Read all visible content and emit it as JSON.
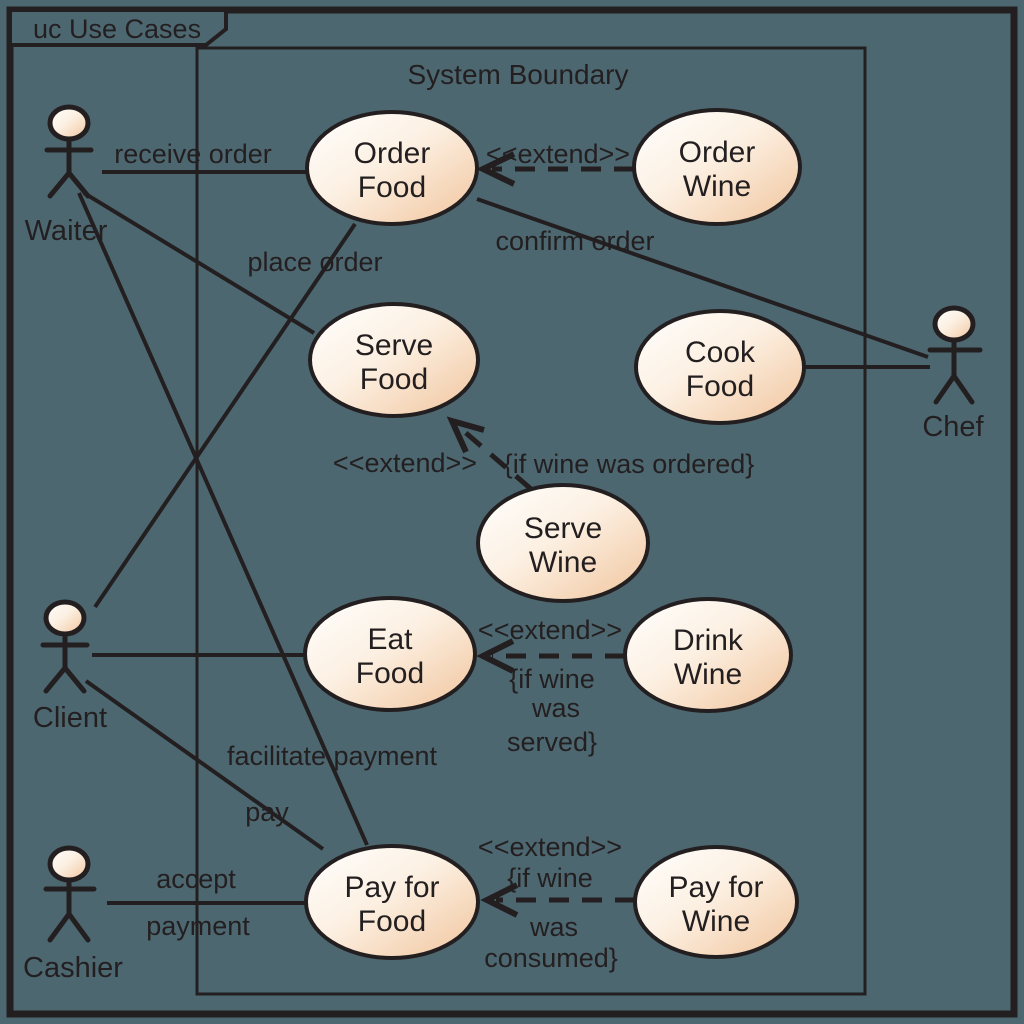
{
  "diagram": {
    "frame_tag": "uc Use Cases",
    "boundary_label": "System Boundary",
    "type": "uml-use-case-diagram"
  },
  "colors": {
    "background": "#4d6770",
    "line": "#231f20",
    "node_fill_start": "#ffffff",
    "node_fill_mid": "#fcf0e2",
    "node_fill_end": "#f1c49c"
  },
  "actors": [
    {
      "name": "Waiter"
    },
    {
      "name": "Client"
    },
    {
      "name": "Cashier"
    },
    {
      "name": "Chef"
    }
  ],
  "use_cases": [
    {
      "id": "order-food",
      "line1": "Order",
      "line2": "Food"
    },
    {
      "id": "order-wine",
      "line1": "Order",
      "line2": "Wine"
    },
    {
      "id": "serve-food",
      "line1": "Serve",
      "line2": "Food"
    },
    {
      "id": "cook-food",
      "line1": "Cook",
      "line2": "Food"
    },
    {
      "id": "serve-wine",
      "line1": "Serve",
      "line2": "Wine"
    },
    {
      "id": "eat-food",
      "line1": "Eat",
      "line2": "Food"
    },
    {
      "id": "drink-wine",
      "line1": "Drink",
      "line2": "Wine"
    },
    {
      "id": "pay-for-food",
      "line1": "Pay for",
      "line2": "Food"
    },
    {
      "id": "pay-for-wine",
      "line1": "Pay for",
      "line2": "Wine"
    }
  ],
  "associations": {
    "receive_order": {
      "from": "Waiter",
      "to": "Order Food",
      "label": "receive order"
    },
    "place_order": {
      "from": "Client",
      "to": "Order Food",
      "label": "place order"
    },
    "confirm_order": {
      "from": "Order Food",
      "to": "Chef",
      "label": "confirm order"
    },
    "facilitate_payment": {
      "from": "Waiter",
      "to": "Pay for Food",
      "label": "facilitate payment"
    },
    "pay": {
      "from": "Client",
      "to": "Pay for Food",
      "label": "pay"
    },
    "accept_payment": {
      "from": "Cashier",
      "to": "Pay for Food",
      "label_line1": "accept",
      "label_line2": "payment"
    },
    "waiter_serve_food": {
      "from": "Waiter",
      "to": "Serve Food",
      "label": ""
    },
    "client_eat_food": {
      "from": "Client",
      "to": "Eat Food",
      "label": ""
    },
    "chef_cook_food": {
      "from": "Chef",
      "to": "Cook Food",
      "label": ""
    }
  },
  "extends": [
    {
      "from": "Order Wine",
      "to": "Order Food",
      "stereotype": "<<extend>>",
      "condition": ""
    },
    {
      "from": "Serve Wine",
      "to": "Serve Food",
      "stereotype": "<<extend>>",
      "condition": "{if wine was ordered}"
    },
    {
      "from": "Drink Wine",
      "to": "Eat Food",
      "stereotype": "<<extend>>",
      "condition_lines": [
        "{if wine",
        "was",
        "served}"
      ]
    },
    {
      "from": "Pay for Wine",
      "to": "Pay for Food",
      "stereotype": "<<extend>>",
      "condition_lines": [
        "{if wine",
        "was",
        "consumed}"
      ]
    }
  ]
}
